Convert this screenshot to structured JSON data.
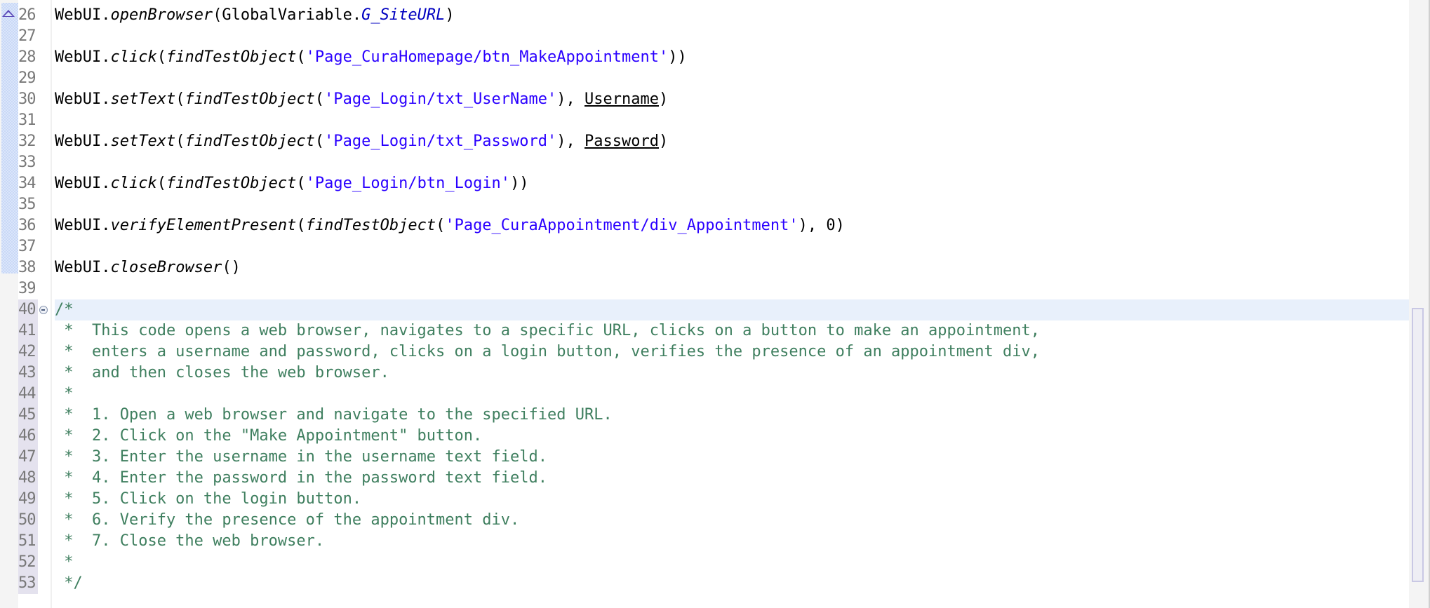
{
  "editor": {
    "type": "groovy-script-editor",
    "current_line": 40,
    "colors": {
      "string": "#2a00ff",
      "comment": "#3f7f5f",
      "static_field": "#0000c0",
      "current_line_bg": "#e8f0fb",
      "line_number": "#787878"
    }
  },
  "gutter": {
    "line_numbers": [
      "26",
      "27",
      "28",
      "29",
      "30",
      "31",
      "32",
      "33",
      "34",
      "35",
      "36",
      "37",
      "38",
      "39",
      "40",
      "41",
      "42",
      "43",
      "44",
      "45",
      "46",
      "47",
      "48",
      "49",
      "50",
      "51",
      "52",
      "53"
    ],
    "fold_marker_line": "40",
    "change_marker": "up-arrow"
  },
  "code": {
    "l26": {
      "obj": "WebUI.",
      "method": "openBrowser",
      "open": "(GlobalVariable.",
      "static": "G_SiteURL",
      "close": ")"
    },
    "l28": {
      "obj": "WebUI.",
      "method": "click",
      "p1": "(",
      "fn": "findTestObject",
      "p2": "(",
      "str": "'Page_CuraHomepage/btn_MakeAppointment'",
      "close": "))"
    },
    "l30": {
      "obj": "WebUI.",
      "method": "setText",
      "p1": "(",
      "fn": "findTestObject",
      "p2": "(",
      "str": "'Page_Login/txt_UserName'",
      "mid": "), ",
      "var": "Username",
      "close": ")"
    },
    "l32": {
      "obj": "WebUI.",
      "method": "setText",
      "p1": "(",
      "fn": "findTestObject",
      "p2": "(",
      "str": "'Page_Login/txt_Password'",
      "mid": "), ",
      "var": "Password",
      "close": ")"
    },
    "l34": {
      "obj": "WebUI.",
      "method": "click",
      "p1": "(",
      "fn": "findTestObject",
      "p2": "(",
      "str": "'Page_Login/btn_Login'",
      "close": "))"
    },
    "l36": {
      "obj": "WebUI.",
      "method": "verifyElementPresent",
      "p1": "(",
      "fn": "findTestObject",
      "p2": "(",
      "str": "'Page_CuraAppointment/div_Appointment'",
      "close": "), 0)"
    },
    "l38": {
      "obj": "WebUI.",
      "method": "closeBrowser",
      "close": "()"
    },
    "comment": [
      "/*",
      " *  This code opens a web browser, navigates to a specific URL, clicks on a button to make an appointment,",
      " *  enters a username and password, clicks on a login button, verifies the presence of an appointment div,",
      " *  and then closes the web browser.",
      " *",
      " *  1. Open a web browser and navigate to the specified URL.",
      " *  2. Click on the \"Make Appointment\" button.",
      " *  3. Enter the username in the username text field.",
      " *  4. Enter the password in the password text field.",
      " *  5. Click on the login button.",
      " *  6. Verify the presence of the appointment div.",
      " *  7. Close the web browser.",
      " *",
      " */"
    ]
  }
}
